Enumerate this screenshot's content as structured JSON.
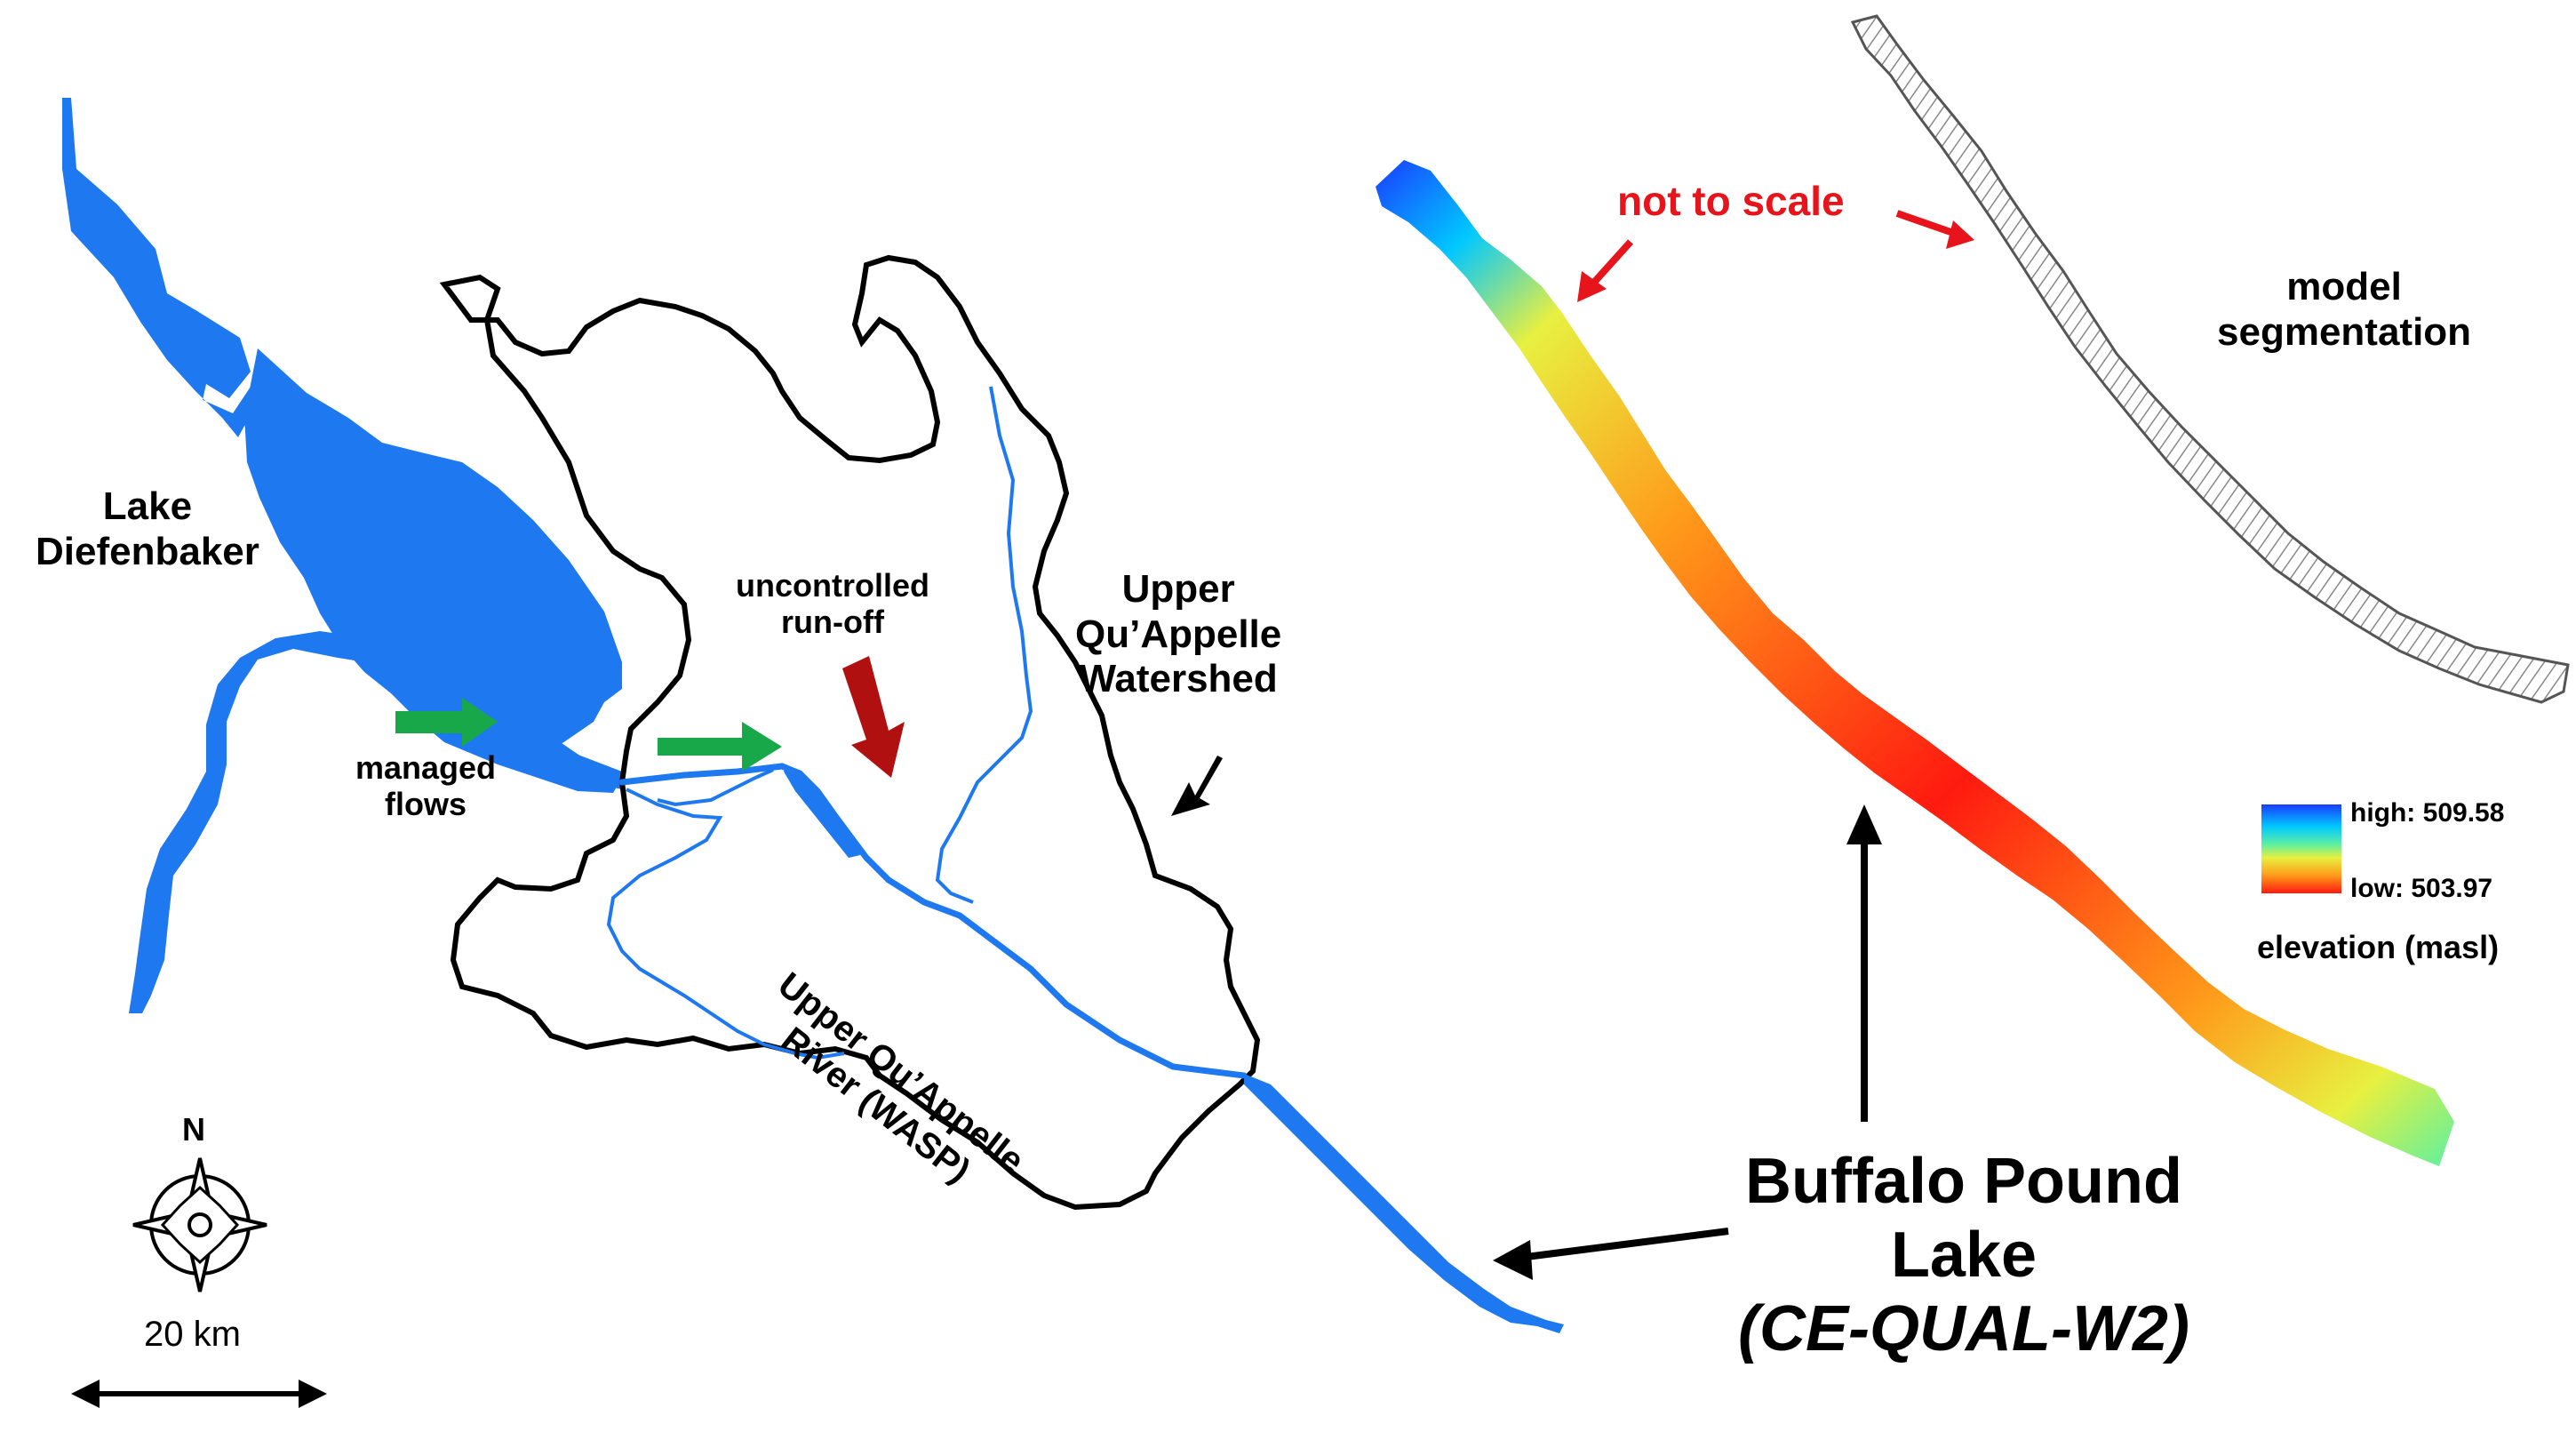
{
  "labels": {
    "lake_diefenbaker": [
      "Lake",
      "Diefenbaker"
    ],
    "managed_flows": [
      "managed",
      "flows"
    ],
    "uncontrolled_runoff": [
      "uncontrolled",
      "run-off"
    ],
    "watershed": [
      "Upper",
      "Qu’Appelle",
      "Watershed"
    ],
    "river_line1": "Upper Qu’Appelle",
    "river_line2": "River (WASP)",
    "not_to_scale": "not to scale",
    "model_segmentation": [
      "model",
      "segmentation"
    ],
    "legend_high": "high: 509.58",
    "legend_low": "low: 503.97",
    "legend_title": "elevation (masl)",
    "bpl_line1": "Buffalo Pound",
    "bpl_line2": "Lake",
    "bpl_model": "(CE-QUAL-W2)",
    "compass_n": "N",
    "scale_text": "20 km"
  },
  "legend": {
    "high_value": 509.58,
    "low_value": 503.97,
    "colors": [
      "#1a3cff",
      "#00c8ff",
      "#5ef0a0",
      "#e8f040",
      "#ff9a1a",
      "#ff1a10"
    ]
  },
  "colors": {
    "water": "#1e78f0",
    "boundary": "#000000",
    "green_arrow": "#18a84a",
    "red_arrow": "#b01010",
    "callout_red": "#e8141b"
  }
}
